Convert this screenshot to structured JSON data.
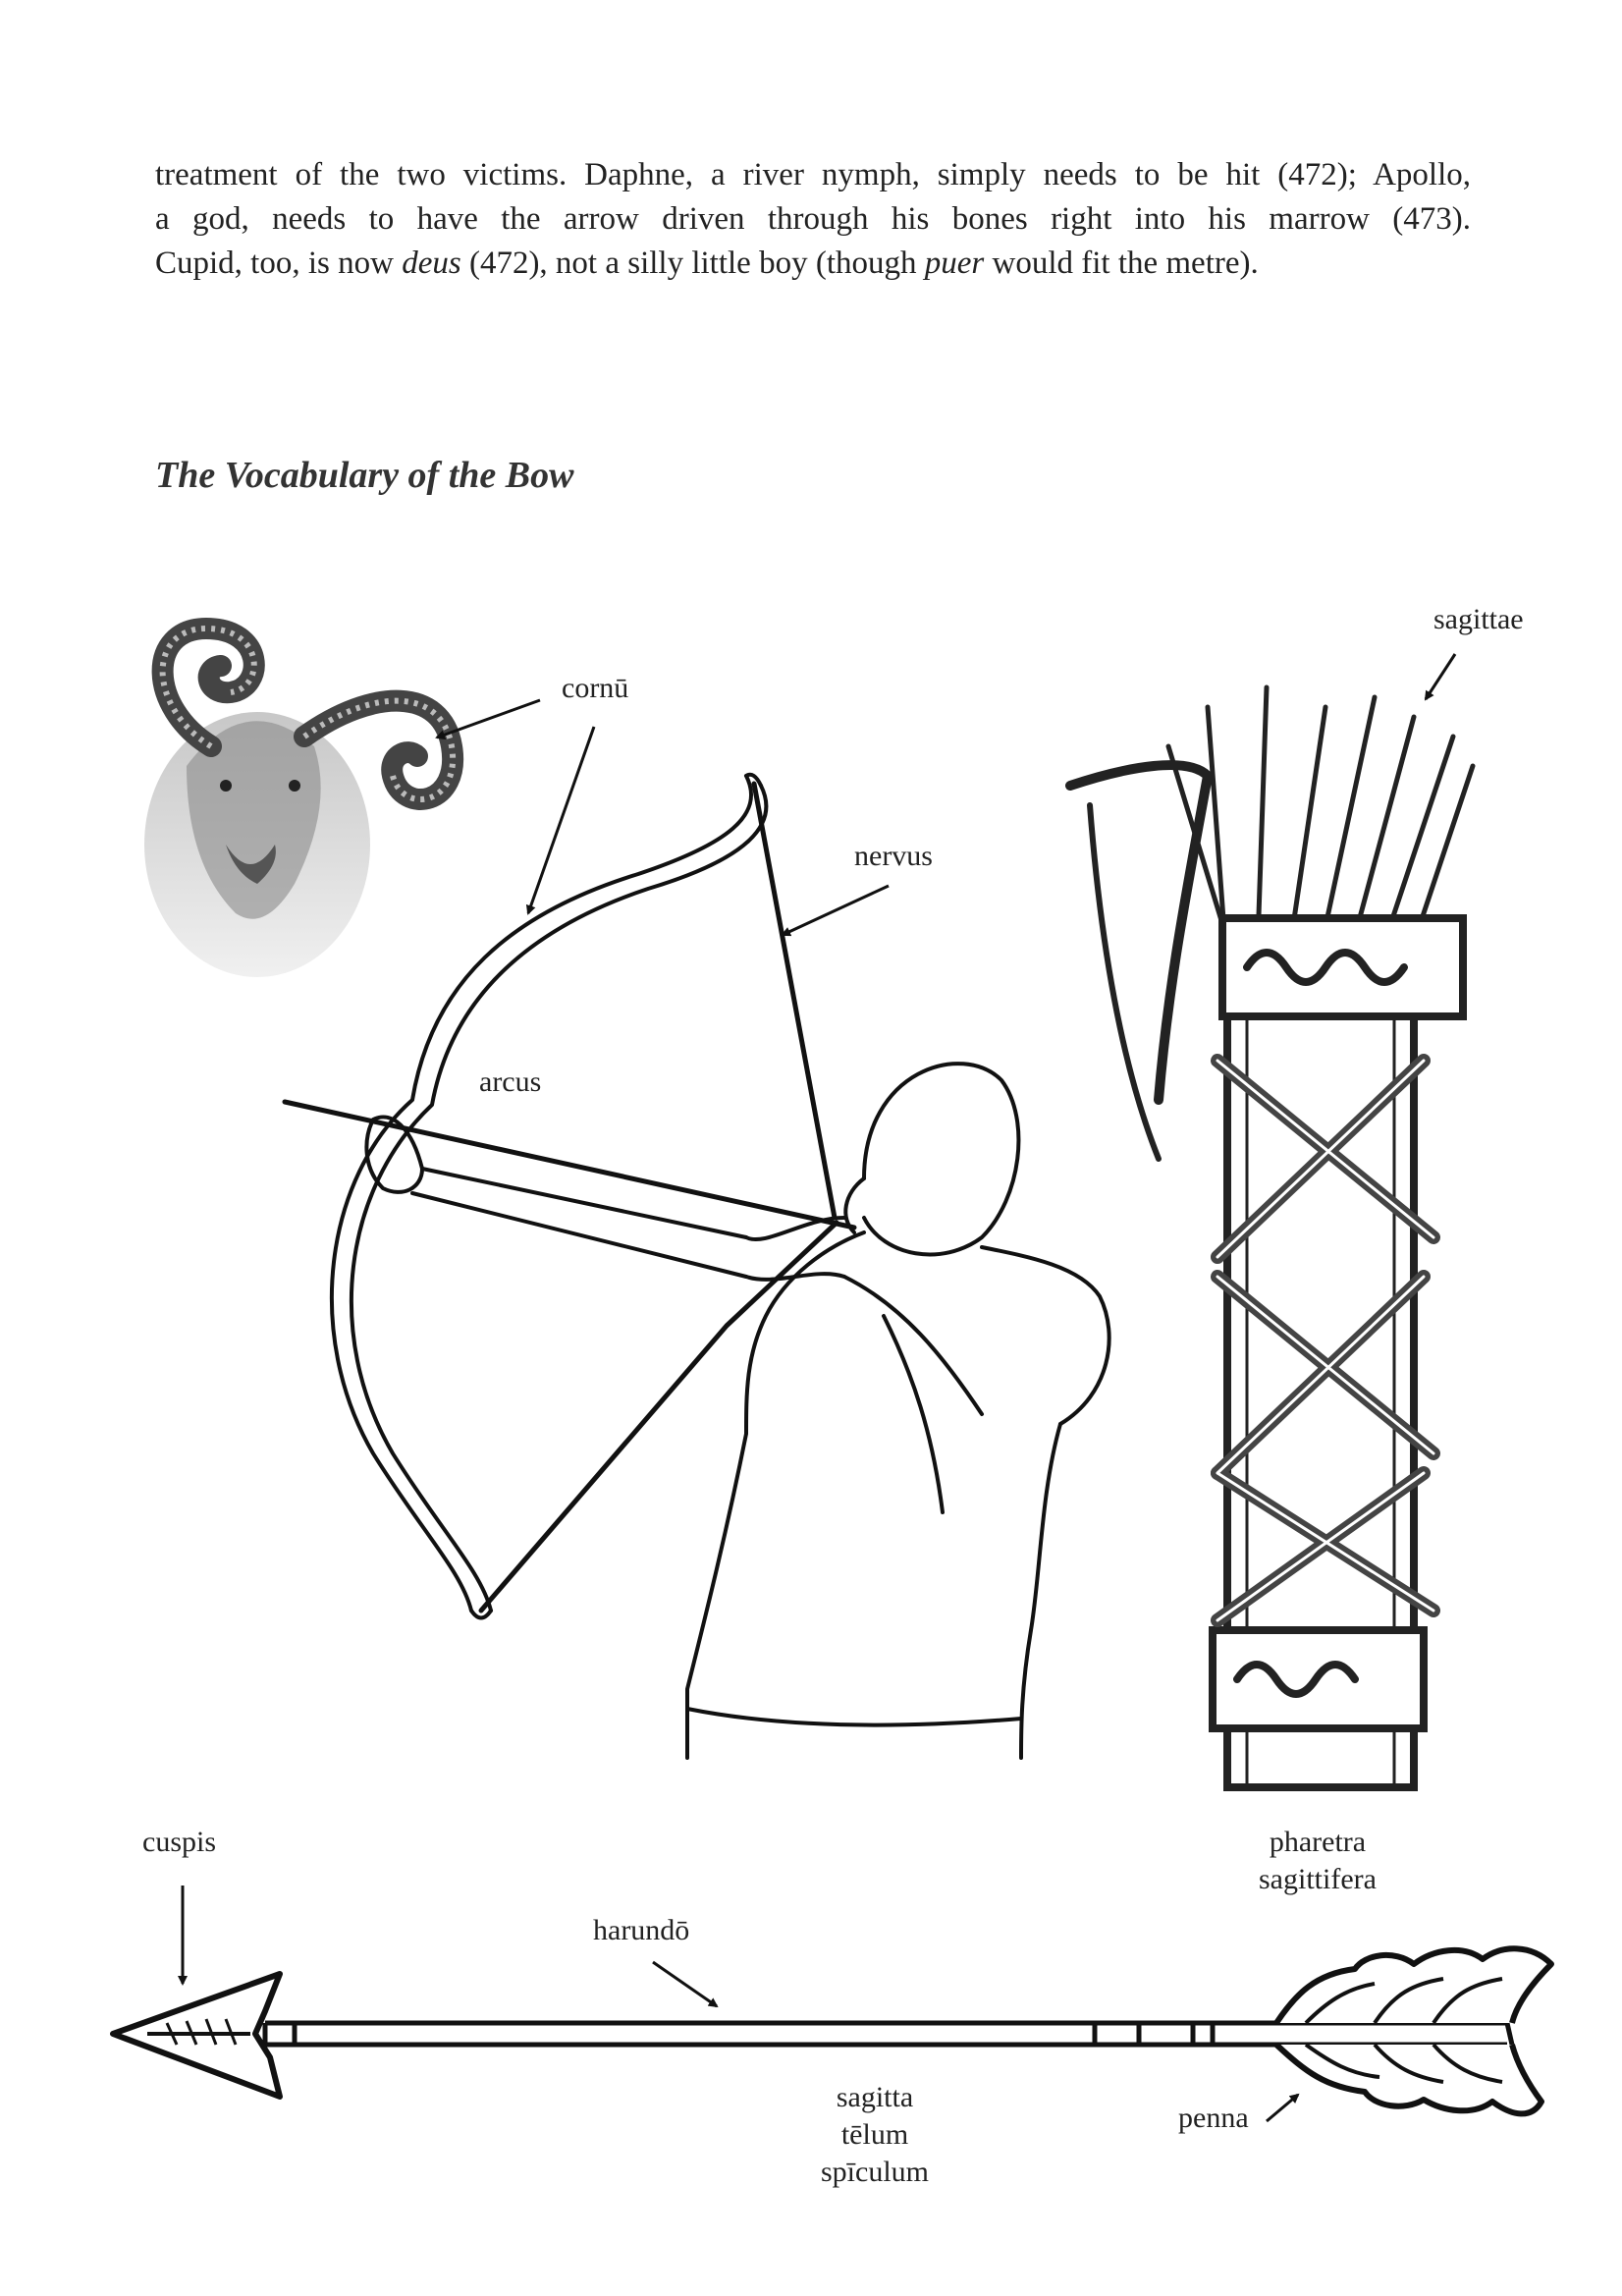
{
  "paragraph": {
    "line1": "treatment of the two victims. Daphne, a river nymph, simply needs to be hit (472); Apollo,",
    "line2": "a god, needs to have the arrow driven through his bones right into his marrow (473).",
    "line3_a": "Cupid, too, is now ",
    "line3_em1": "deus",
    "line3_b": " (472), not a silly little boy (though ",
    "line3_em2": "puer",
    "line3_c": " would fit the metre)."
  },
  "heading": "The Vocabulary of the Bow",
  "labels": {
    "sagittae": "sagittae",
    "cornu": "cornū",
    "nervus": "nervus",
    "arcus": "arcus",
    "cuspis": "cuspis",
    "pharetra_1": "pharetra",
    "pharetra_2": "sagittifera",
    "harundo": "harundō",
    "sagitta_1": "sagitta",
    "sagitta_2": "tēlum",
    "sagitta_3": "spīculum",
    "penna": "penna"
  }
}
